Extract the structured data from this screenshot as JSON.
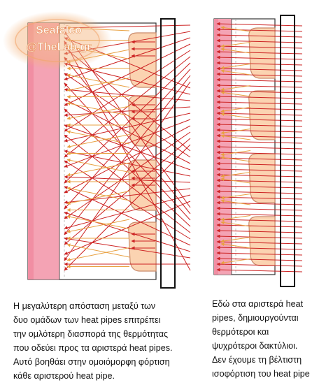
{
  "watermark": {
    "line1": "Seafalco",
    "line2": "@TheLab.gr",
    "color": "#f2a56b"
  },
  "caption_left": {
    "lines": [
      "Η μεγαλύτερη απόσταση μεταξύ των",
      "δυο ομάδων των heat pipes επιτρέπει",
      "την ομλότερη διασπορά της θερμότητας",
      "που οδεύει προς τα αριστερά heat pipes.",
      "Αυτό βοηθάει στην ομοιόμορφη φόρτιση",
      "κάθε αριστερού heat pipe."
    ]
  },
  "caption_right": {
    "lines": [
      "Εδώ στα αριστερά heat",
      "pipes, δημιουργούνται",
      "θερμότεροι και",
      "ψυχρότεροι δακτύλιοι.",
      "Δεν έχουμε τη βέλτιστη",
      "ισοφόρτιση του heat pipe"
    ]
  },
  "colors": {
    "heat_pipe_fill": "#f4a3b4",
    "heat_pipe_dark": "#ee7e95",
    "fin_fill": "#fbd3b1",
    "fin_stroke": "#c98a6a",
    "arrow_red": "#cc2222",
    "arrow_orange": "#e8a040",
    "outline": "#333333"
  }
}
